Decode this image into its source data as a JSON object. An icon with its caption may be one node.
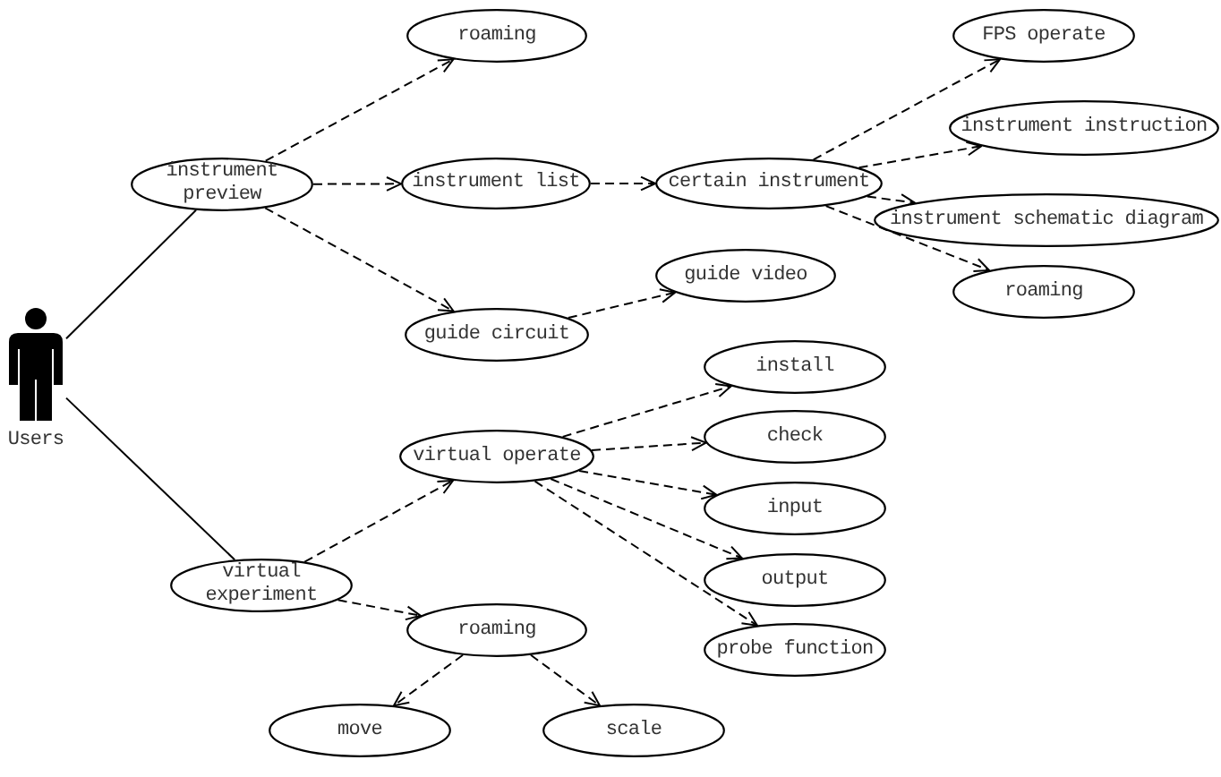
{
  "diagram": {
    "nodes": [
      {
        "text": [
          "Users"
        ]
      },
      {
        "text": [
          "instrument preview"
        ]
      },
      {
        "text": [
          "roaming"
        ]
      },
      {
        "text": [
          "instrument list"
        ]
      },
      {
        "text": [
          "certain instrument"
        ]
      },
      {
        "text": [
          "FPS operate"
        ]
      },
      {
        "text": [
          "instrument instruction"
        ]
      },
      {
        "text": [
          "instrument schematic diagram"
        ]
      },
      {
        "text": [
          "roaming"
        ]
      },
      {
        "text": [
          "guide circuit"
        ]
      },
      {
        "text": [
          "guide video"
        ]
      },
      {
        "text": [
          "virtual experiment"
        ]
      },
      {
        "text": [
          "virtual operate"
        ]
      },
      {
        "text": [
          "install"
        ]
      },
      {
        "text": [
          "check"
        ]
      },
      {
        "text": [
          "input"
        ]
      },
      {
        "text": [
          "output"
        ]
      },
      {
        "text": [
          "probe function"
        ]
      },
      {
        "text": [
          "roaming"
        ]
      },
      {
        "text": [
          "move"
        ]
      },
      {
        "text": [
          "scale"
        ]
      }
    ],
    "edges": [
      {
        "from": 0,
        "to": 1,
        "arrow": "none"
      },
      {
        "from": 0,
        "to": 11,
        "arrow": "none"
      },
      {
        "from": 1,
        "to": 2,
        "arrow": "to",
        "style": "dashed"
      },
      {
        "from": 1,
        "to": 3,
        "arrow": "to",
        "style": "dashed"
      },
      {
        "from": 1,
        "to": 9,
        "arrow": "to",
        "style": "dashed"
      },
      {
        "from": 3,
        "to": 4,
        "arrow": "to",
        "style": "dashed"
      },
      {
        "from": 4,
        "to": 5,
        "arrow": "to",
        "style": "dashed"
      },
      {
        "from": 4,
        "to": 6,
        "arrow": "to",
        "style": "dashed"
      },
      {
        "from": 4,
        "to": 7,
        "arrow": "to",
        "style": "dashed"
      },
      {
        "from": 4,
        "to": 8,
        "arrow": "to",
        "style": "dashed"
      },
      {
        "from": 9,
        "to": 10,
        "arrow": "to",
        "style": "dashed"
      },
      {
        "from": 11,
        "to": 12,
        "arrow": "to",
        "style": "dashed"
      },
      {
        "from": 11,
        "to": 18,
        "arrow": "to",
        "style": "dashed"
      },
      {
        "from": 12,
        "to": 13,
        "arrow": "to",
        "style": "dashed"
      },
      {
        "from": 12,
        "to": 14,
        "arrow": "to",
        "style": "dashed"
      },
      {
        "from": 12,
        "to": 15,
        "arrow": "to",
        "style": "dashed"
      },
      {
        "from": 12,
        "to": 16,
        "arrow": "to",
        "style": "dashed"
      },
      {
        "from": 12,
        "to": 17,
        "arrow": "to",
        "style": "dashed"
      },
      {
        "from": 18,
        "to": 19,
        "arrow": "to",
        "style": "dashed"
      },
      {
        "from": 18,
        "to": 20,
        "arrow": "to",
        "style": "dashed"
      }
    ]
  }
}
